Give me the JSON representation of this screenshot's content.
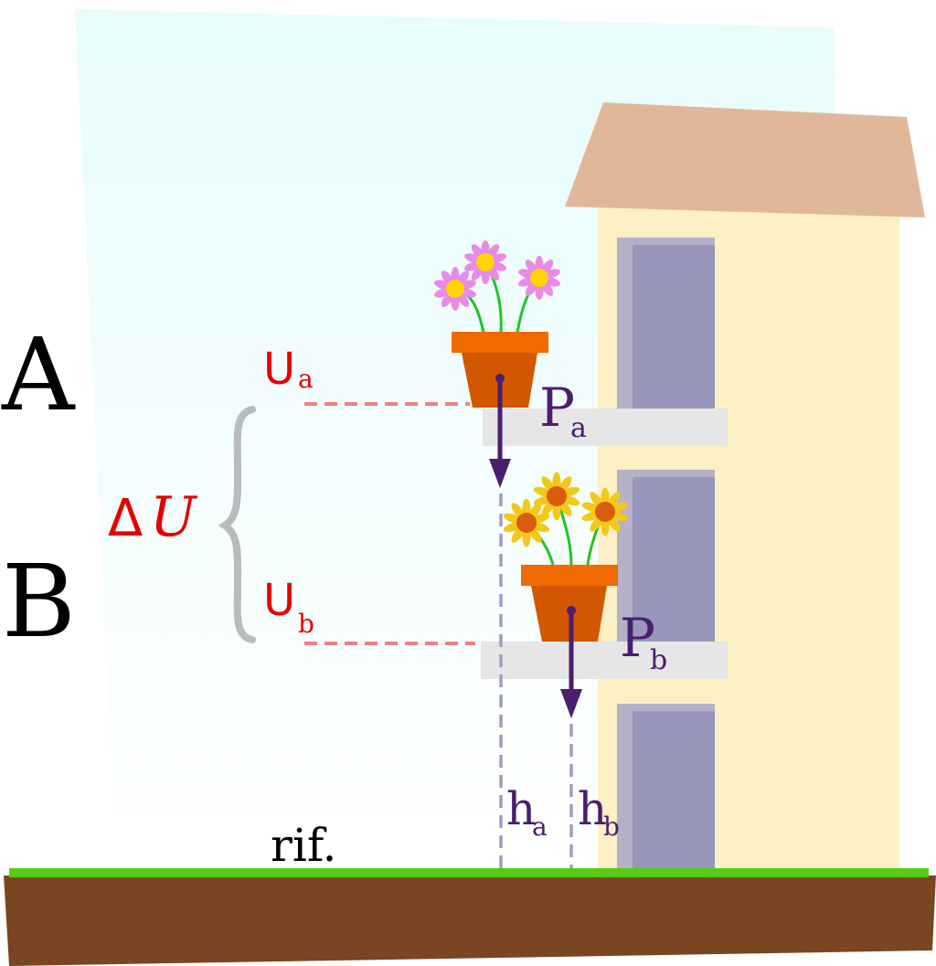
{
  "labels": {
    "level_a": "A",
    "level_b": "B",
    "energy_a_main": "U",
    "energy_a_sub": "a",
    "energy_b_main": "U",
    "energy_b_sub": "b",
    "delta_symbol": "Δ",
    "delta_var": "U",
    "weight_a_main": "P",
    "weight_a_sub": "a",
    "weight_b_main": "P",
    "weight_b_sub": "b",
    "height_a_main": "h",
    "height_a_sub": "a",
    "height_b_main": "h",
    "height_b_sub": "b",
    "reference": "rif."
  },
  "colors": {
    "sky_top": "#e8fcfc",
    "sky_bottom": "#ffffff",
    "building": "#fdf0c4",
    "roof": "#e1b79a",
    "window_frame": "#b4b1c8",
    "window": "#9897bb",
    "balcony": "#e6e6e6",
    "grass": "#55cc11",
    "ground": "#7a4521",
    "pot_rim": "#f06a00",
    "pot_body": "#d35700",
    "energy_red": "#e60000",
    "dashed_red": "#f08080",
    "arrow_purple": "#4a1e6e",
    "dashed_purple": "#a898c4",
    "brace_gray": "#b8bcbc",
    "pink_petal": "#e88ae8",
    "yellow_center": "#ffd400",
    "yellow_petal": "#f2c81a",
    "orange_center": "#d95b0c",
    "stem_green": "#22c422"
  },
  "icons": [
    "pink-flower-pot-icon",
    "yellow-flower-pot-icon",
    "building-icon"
  ]
}
